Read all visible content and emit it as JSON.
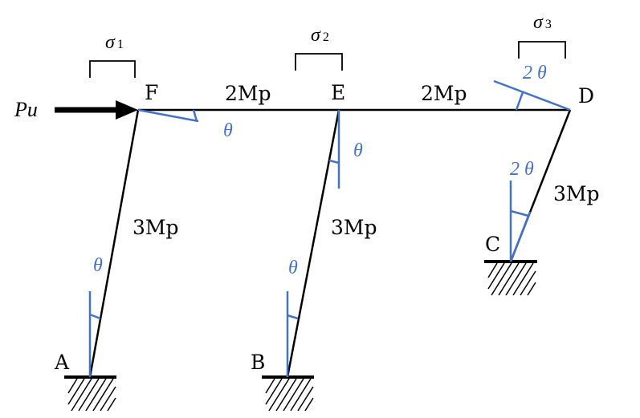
{
  "diagram": {
    "load_label": "Pu",
    "nodes": {
      "A": "A",
      "B": "B",
      "C": "C",
      "D": "D",
      "E": "E",
      "F": "F"
    },
    "members": {
      "fe": "2Mp",
      "ed": "2Mp",
      "af": "3Mp",
      "be": "3Mp",
      "cd": "3Mp"
    },
    "rotations": {
      "f": "θ",
      "e": "θ",
      "a": "θ",
      "b": "θ",
      "d": "2 θ",
      "c": "2 θ"
    },
    "mechanism": {
      "sigma1": {
        "symbol": "σ",
        "index": "1"
      },
      "sigma2": {
        "symbol": "σ",
        "index": "2"
      },
      "sigma3": {
        "symbol": "σ",
        "index": "3"
      }
    },
    "colors": {
      "member": "#000000",
      "rotation": "#4472c4"
    }
  }
}
